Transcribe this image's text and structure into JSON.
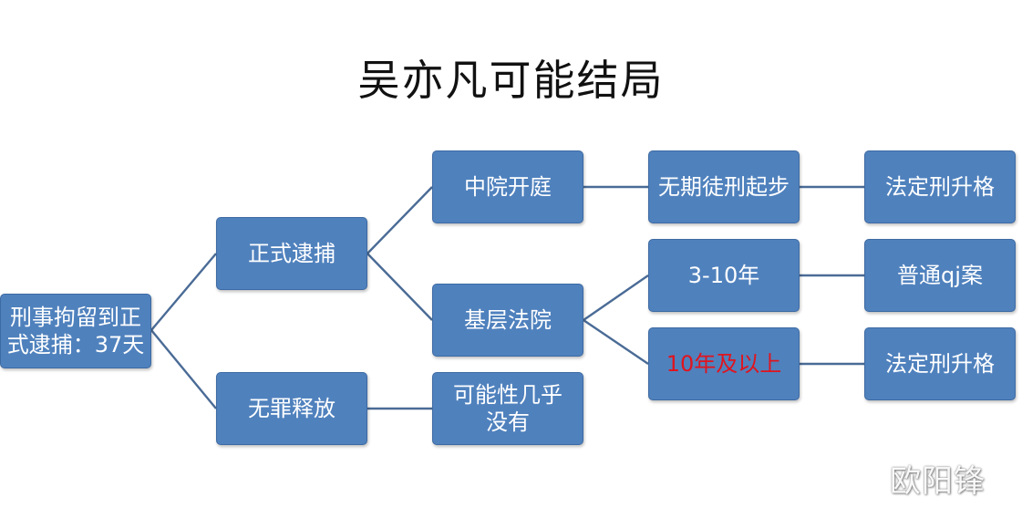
{
  "title": "吴亦凡可能结局",
  "nodes": {
    "root": "刑事拘留到正\n式逮捕：37天",
    "arrest": "正式逮捕",
    "release": "无罪释放",
    "intermediate_court": "中院开庭",
    "basic_court": "基层法院",
    "almost_none": "可能性几乎\n没有",
    "life_start": "无期徒刑起步",
    "three_ten": "3-10年",
    "ten_plus": "10年及以上",
    "upgrade_1": "法定刑升格",
    "ordinary": "普通qj案",
    "upgrade_2": "法定刑升格"
  },
  "colors": {
    "node_fill": "#4f81bd",
    "node_text": "#ffffff",
    "highlight_text": "#e0141e",
    "connector": "#4a6b96"
  },
  "watermark": "欧阳锋"
}
